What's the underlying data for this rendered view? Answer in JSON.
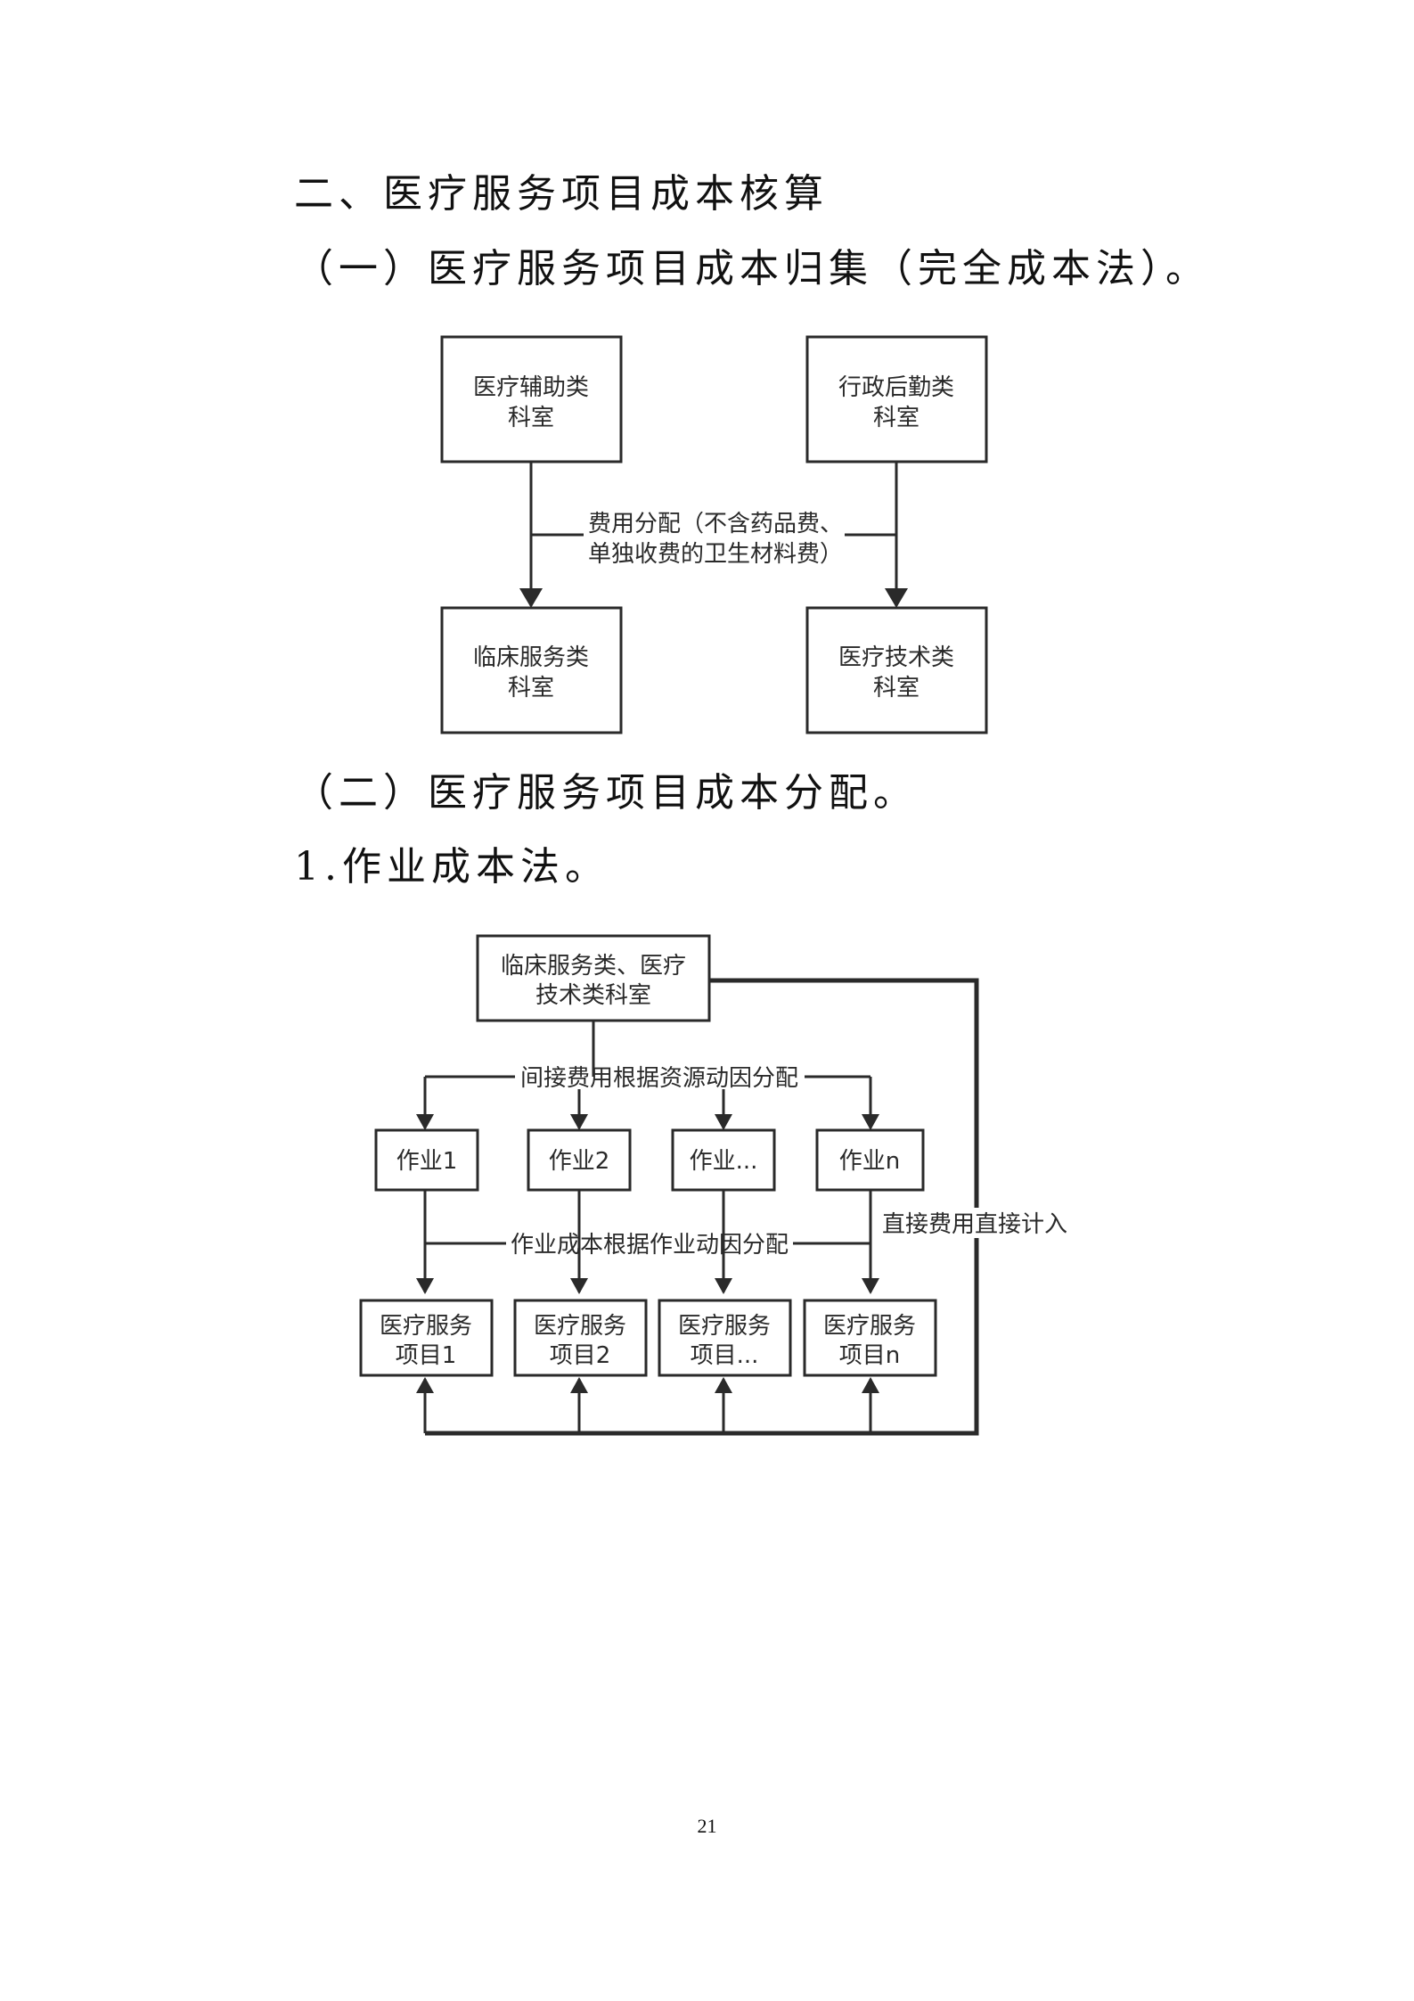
{
  "headings": {
    "main": "二、医疗服务项目成本核算",
    "sub1": "（一）医疗服务项目成本归集（完全成本法）。",
    "sub2": "（二）医疗服务项目成本分配。",
    "sub3": "1.作业成本法。"
  },
  "diagram1": {
    "box_aux": [
      "医疗辅助类",
      "科室"
    ],
    "box_admin": [
      "行政后勤类",
      "科室"
    ],
    "box_clinical": [
      "临床服务类",
      "科室"
    ],
    "box_tech": [
      "医疗技术类",
      "科室"
    ],
    "edge_label": [
      "费用分配（不含药品费、",
      "单独收费的卫生材料费）"
    ]
  },
  "diagram2": {
    "top_box": [
      "临床服务类、医疗",
      "技术类科室"
    ],
    "label_indirect": "间接费用根据资源动因分配",
    "activities": [
      "作业1",
      "作业2",
      "作业...",
      "作业n"
    ],
    "label_activity": "作业成本根据作业动因分配",
    "label_direct": "直接费用直接计入",
    "items": [
      [
        "医疗服务",
        "项目1"
      ],
      [
        "医疗服务",
        "项目2"
      ],
      [
        "医疗服务",
        "项目..."
      ],
      [
        "医疗服务",
        "项目n"
      ]
    ]
  },
  "page_number": "21"
}
